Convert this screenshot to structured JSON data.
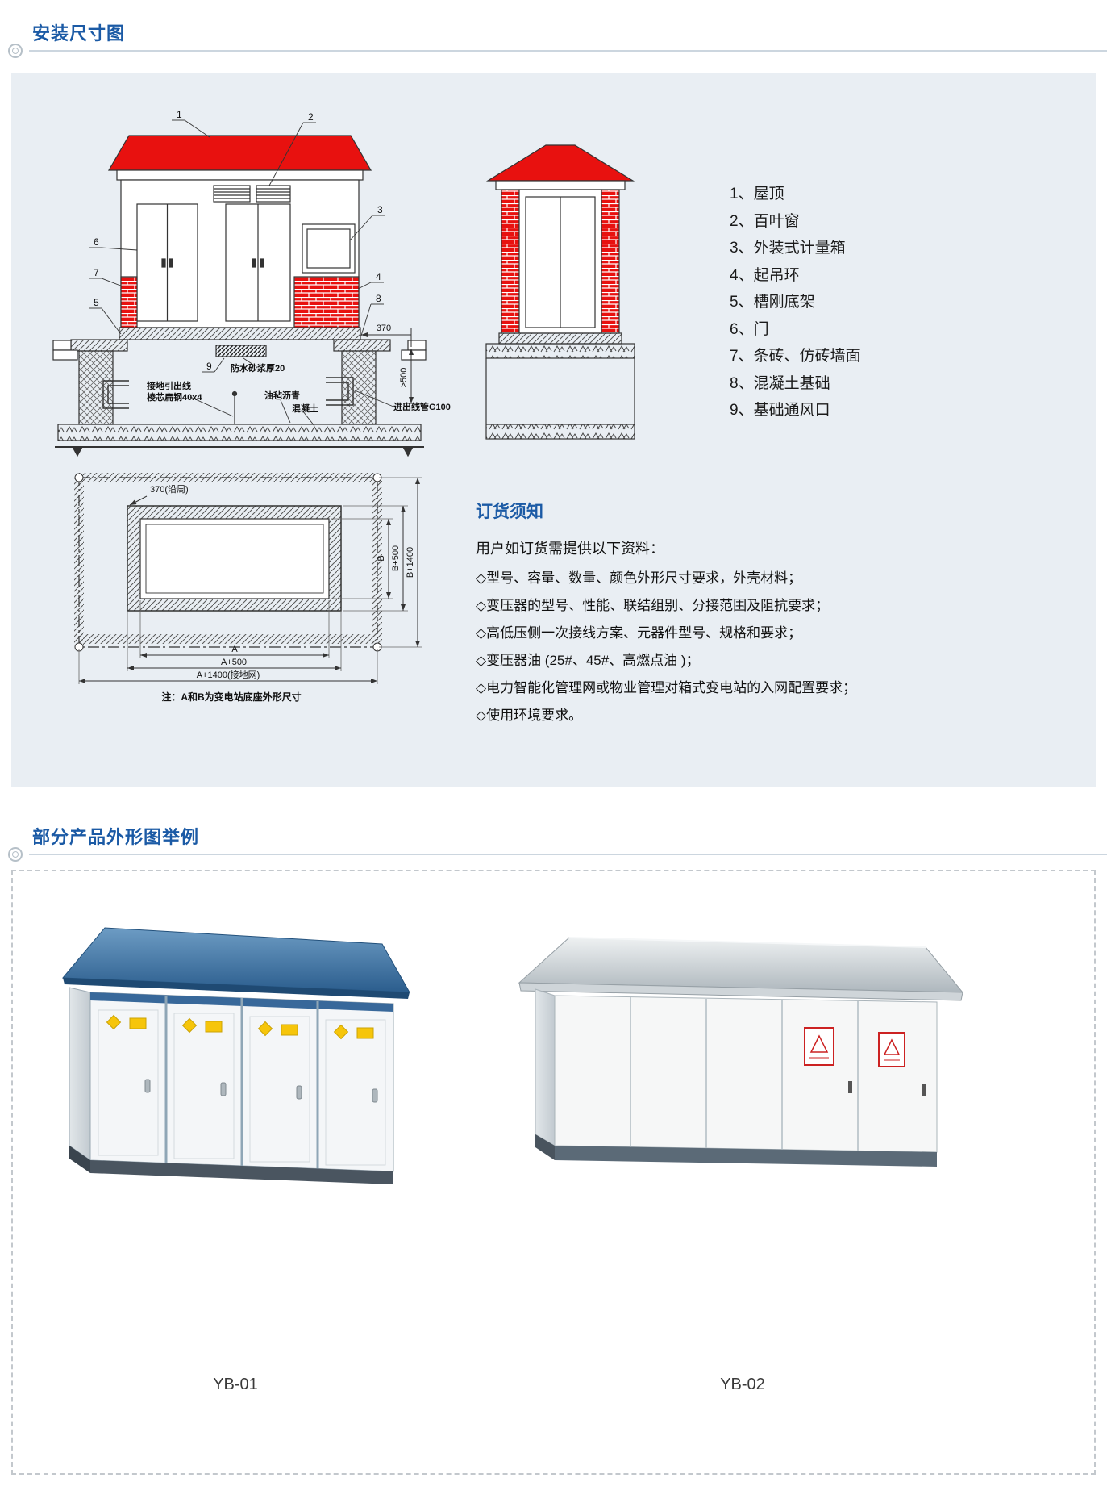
{
  "sections": {
    "install": {
      "title": "安装尺寸图"
    },
    "products": {
      "title": "部分产品外形图举例"
    }
  },
  "drawing": {
    "callouts": [
      "1",
      "2",
      "3",
      "4",
      "5",
      "6",
      "7",
      "8",
      "9"
    ],
    "labels": {
      "waterproof": "防水砂浆厚20",
      "ground_lead1": "接地引出线",
      "ground_lead2": "棱芯扁钢40x4",
      "asphalt_felt": "油毡沥青",
      "concrete": "混凝土",
      "conduit": "进出线管G100",
      "dim_370": "370",
      "dim_gt500": ">500"
    },
    "plan": {
      "dim_370_perim": "370(沿周)",
      "dim_A": "A",
      "dim_A500": "A+500",
      "dim_A1400": "A+1400(接地网)",
      "dim_B": "B",
      "dim_B500": "B+500",
      "dim_B1400": "B+1400",
      "note": "注：A和B为变电站底座外形尺寸"
    }
  },
  "parts": [
    "1、屋顶",
    "2、百叶窗",
    "3、外装式计量箱",
    "4、起吊环",
    "5、槽刚底架",
    "6、门",
    "7、条砖、仿砖墙面",
    "8、混凝土基础",
    "9、基础通风口"
  ],
  "ordering": {
    "title": "订货须知",
    "intro": "用户如订货需提供以下资料：",
    "items": [
      "◇型号、容量、数量、颜色外形尺寸要求，外壳材料；",
      "◇变压器的型号、性能、联结组别、分接范围及阻抗要求；",
      "◇高低压侧一次接线方案、元器件型号、规格和要求；",
      "◇变压器油 (25#、45#、高燃点油 )；",
      "◇电力智能化管理网或物业管理对箱式变电站的入网配置要求；",
      "◇使用环境要求。"
    ]
  },
  "product_figures": [
    {
      "caption": "YB-01"
    },
    {
      "caption": "YB-02"
    }
  ],
  "colors": {
    "accent_blue": "#1b5aa5",
    "drawing_red": "#e8110f",
    "panel_bg": "#e9eef3"
  }
}
